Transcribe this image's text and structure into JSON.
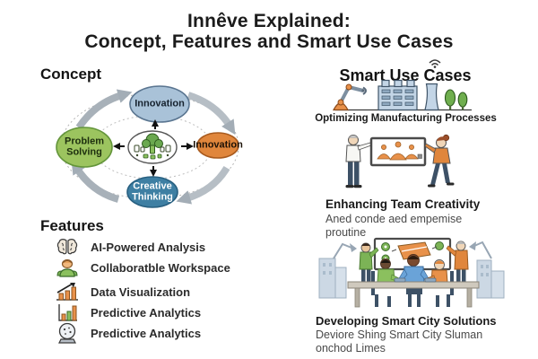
{
  "title": {
    "line1": "Innêve Explained:",
    "line2": "Concept, Features and Smart Use Cases"
  },
  "concept": {
    "heading": "Concept",
    "nodes": {
      "top": "Innovation",
      "left": "Problem Solving",
      "right": "Innovation",
      "bottom": "Creative Thinking"
    },
    "center_icon": "community-tree-icon",
    "colors": {
      "top_node": "#a9c2d8",
      "left_node": "#9cc45f",
      "right_node": "#e0863c",
      "bottom_node": "#3e7fa3",
      "rotation_arrows": "#a8b1b9"
    }
  },
  "features": {
    "heading": "Features",
    "items": [
      {
        "icon": "brain-icon",
        "label": "AI-Powered Analysis"
      },
      {
        "icon": "collaboration-icon",
        "label": "Collaboratble Workspace"
      },
      {
        "icon": "chart-growth-icon",
        "label": "Data Visualization"
      },
      {
        "icon": "bar-chart-icon",
        "label": "Predictive Analytics"
      },
      {
        "icon": "crystal-ball-icon",
        "label": "Predictive Analytics"
      }
    ]
  },
  "use_cases": {
    "heading": "Smart Use Cases",
    "heading_icon": "wifi-icon",
    "items": [
      {
        "illustration": "factory-automation-illustration",
        "title": "Optimizing Manufacturing Processes",
        "subtitle": ""
      },
      {
        "illustration": "team-whiteboard-illustration",
        "title": "Enhancing Team Creativity",
        "subtitle": "Aned conde aed empemise\nproutine"
      },
      {
        "illustration": "smart-city-meeting-illustration",
        "title": "Developing Smart City Solutions",
        "subtitle": "Deviore Shing Smart City Sluman\nonchod Limes"
      }
    ]
  }
}
